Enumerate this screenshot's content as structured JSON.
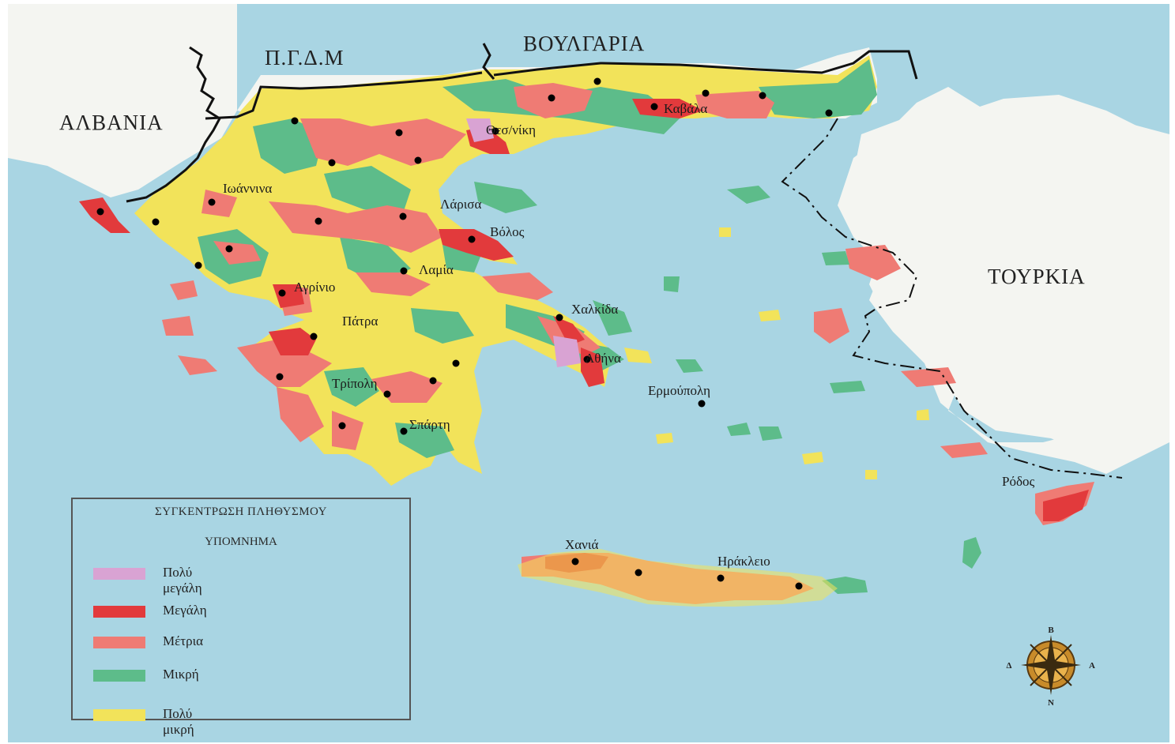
{
  "countries": {
    "albania": "ΑΛΒΑΝΙΑ",
    "fyrom": "Π.Γ.Δ.Μ",
    "bulgaria": "ΒΟΥΛΓΑΡΙΑ",
    "turkey": "ΤΟΥΡΚΙΑ"
  },
  "cities": {
    "thessaloniki": "Θεσ/νίκη",
    "kavala": "Καβάλα",
    "ioannina": "Ιωάννινα",
    "larisa": "Λάρισα",
    "volos": "Βόλος",
    "lamia": "Λαμία",
    "agrinio": "Αγρίνιο",
    "chalkida": "Χαλκίδα",
    "patra": "Πάτρα",
    "athina": "Αθήνα",
    "ermoupoli": "Ερμούπολη",
    "tripoli": "Τρίπολη",
    "sparti": "Σπάρτη",
    "rodos": "Ρόδος",
    "chania": "Χανιά",
    "irakleio": "Ηράκλειο"
  },
  "legend": {
    "title": "ΣΥΓΚΕΝΤΡΩΣΗ ΠΛΗΘΥΣΜΟΥ",
    "subtitle": "ΥΠΟΜΝΗΜΑ",
    "items": [
      {
        "label": "Πολύ μεγάλη",
        "color": "#d9a3d3"
      },
      {
        "label": "Μεγάλη",
        "color": "#e23a3c"
      },
      {
        "label": "Μέτρια",
        "color": "#ef7b74"
      },
      {
        "label": "Μικρή",
        "color": "#5dbc8a"
      },
      {
        "label": "Πολύ μικρή",
        "color": "#f2e35a"
      }
    ]
  },
  "compass": {
    "north": "Β",
    "south": "Ν",
    "west": "Δ",
    "east": "Α"
  },
  "colors": {
    "sea": "#a9d5e3",
    "land_neighbor": "#f4f5f1",
    "very_large": "#d9a3d3",
    "large": "#e23a3c",
    "medium": "#ef7b74",
    "small": "#5dbc8a",
    "very_small": "#f2e35a",
    "border": "#111111"
  }
}
